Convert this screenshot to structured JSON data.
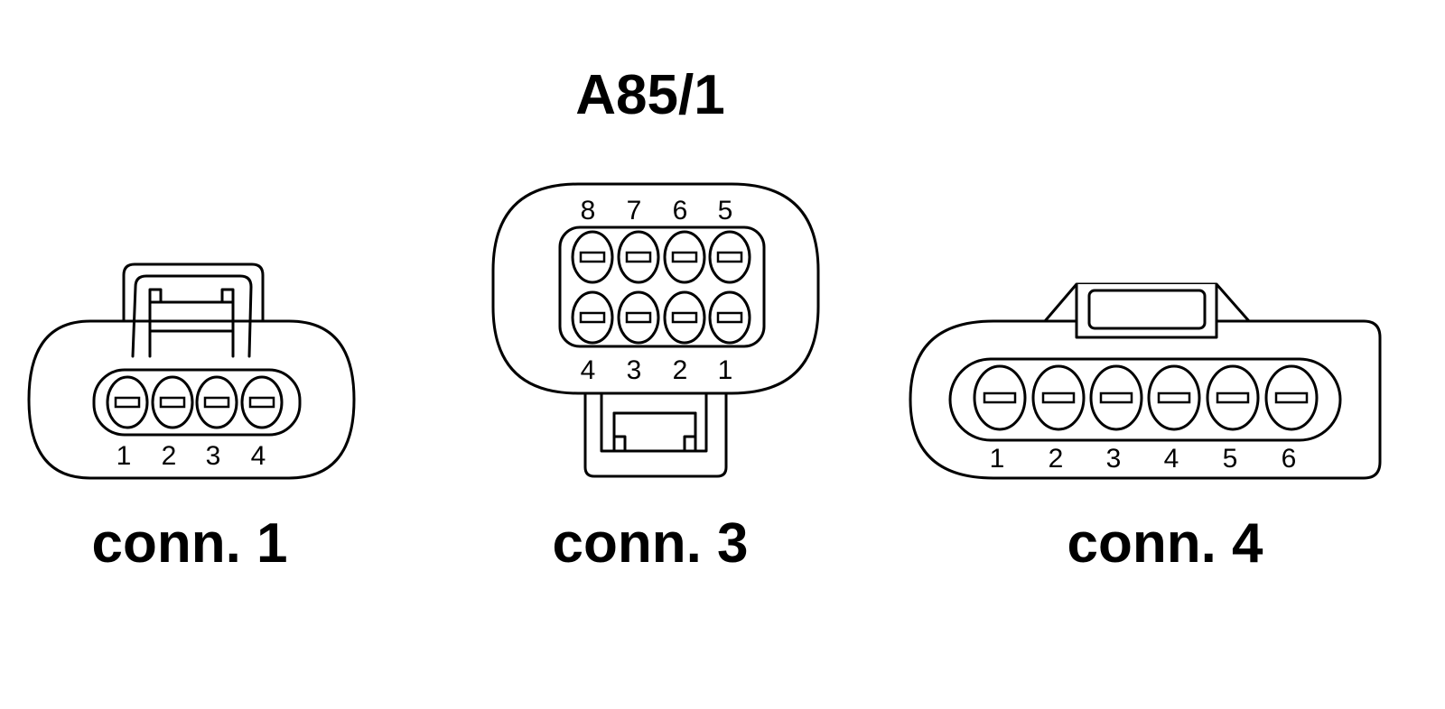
{
  "title": "A85/1",
  "connectors": [
    {
      "label": "conn. 1",
      "pins": [
        "1",
        "2",
        "3",
        "4"
      ]
    },
    {
      "label": "conn. 3",
      "top_pins": [
        "8",
        "7",
        "6",
        "5"
      ],
      "bottom_pins": [
        "4",
        "3",
        "2",
        "1"
      ]
    },
    {
      "label": "conn. 4",
      "pins": [
        "1",
        "2",
        "3",
        "4",
        "5",
        "6"
      ]
    }
  ]
}
